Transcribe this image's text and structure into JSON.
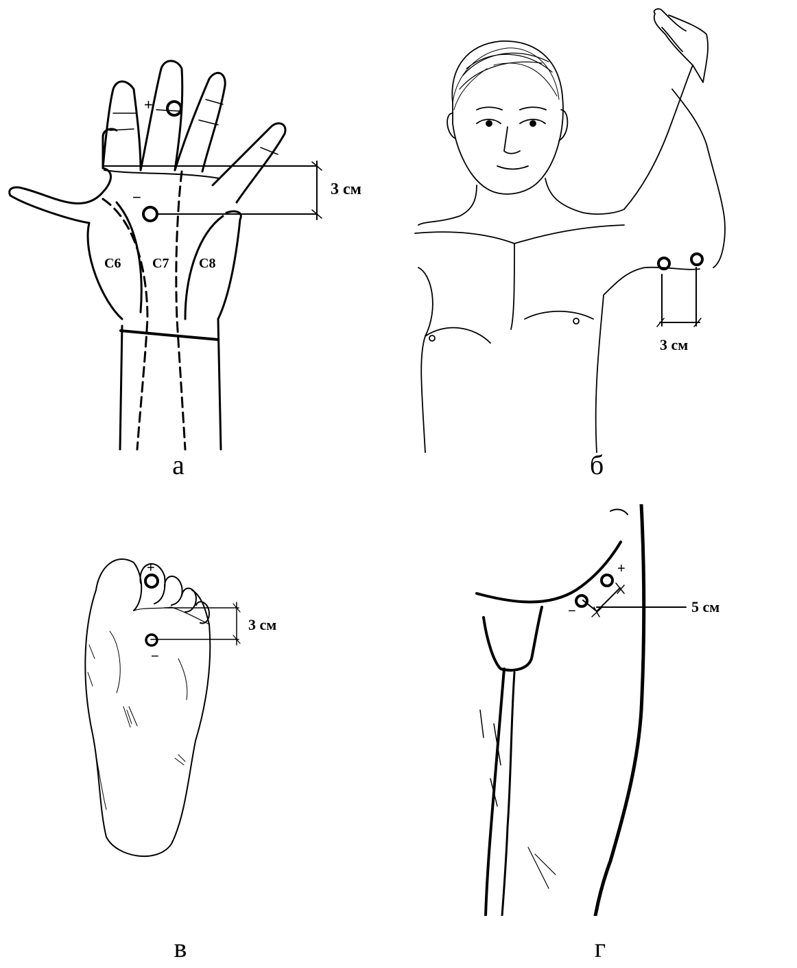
{
  "panels": {
    "a": {
      "caption": "а",
      "measure": "3 см",
      "plus": "+",
      "minus": "−",
      "zones": [
        "С6",
        "С7",
        "С8"
      ]
    },
    "b": {
      "caption": "б",
      "measure": "3 см"
    },
    "v": {
      "caption": "в",
      "measure": "3 см",
      "plus": "+",
      "minus": "−"
    },
    "g": {
      "caption": "г",
      "measure": "5 см",
      "plus": "+",
      "minus": "−"
    }
  }
}
